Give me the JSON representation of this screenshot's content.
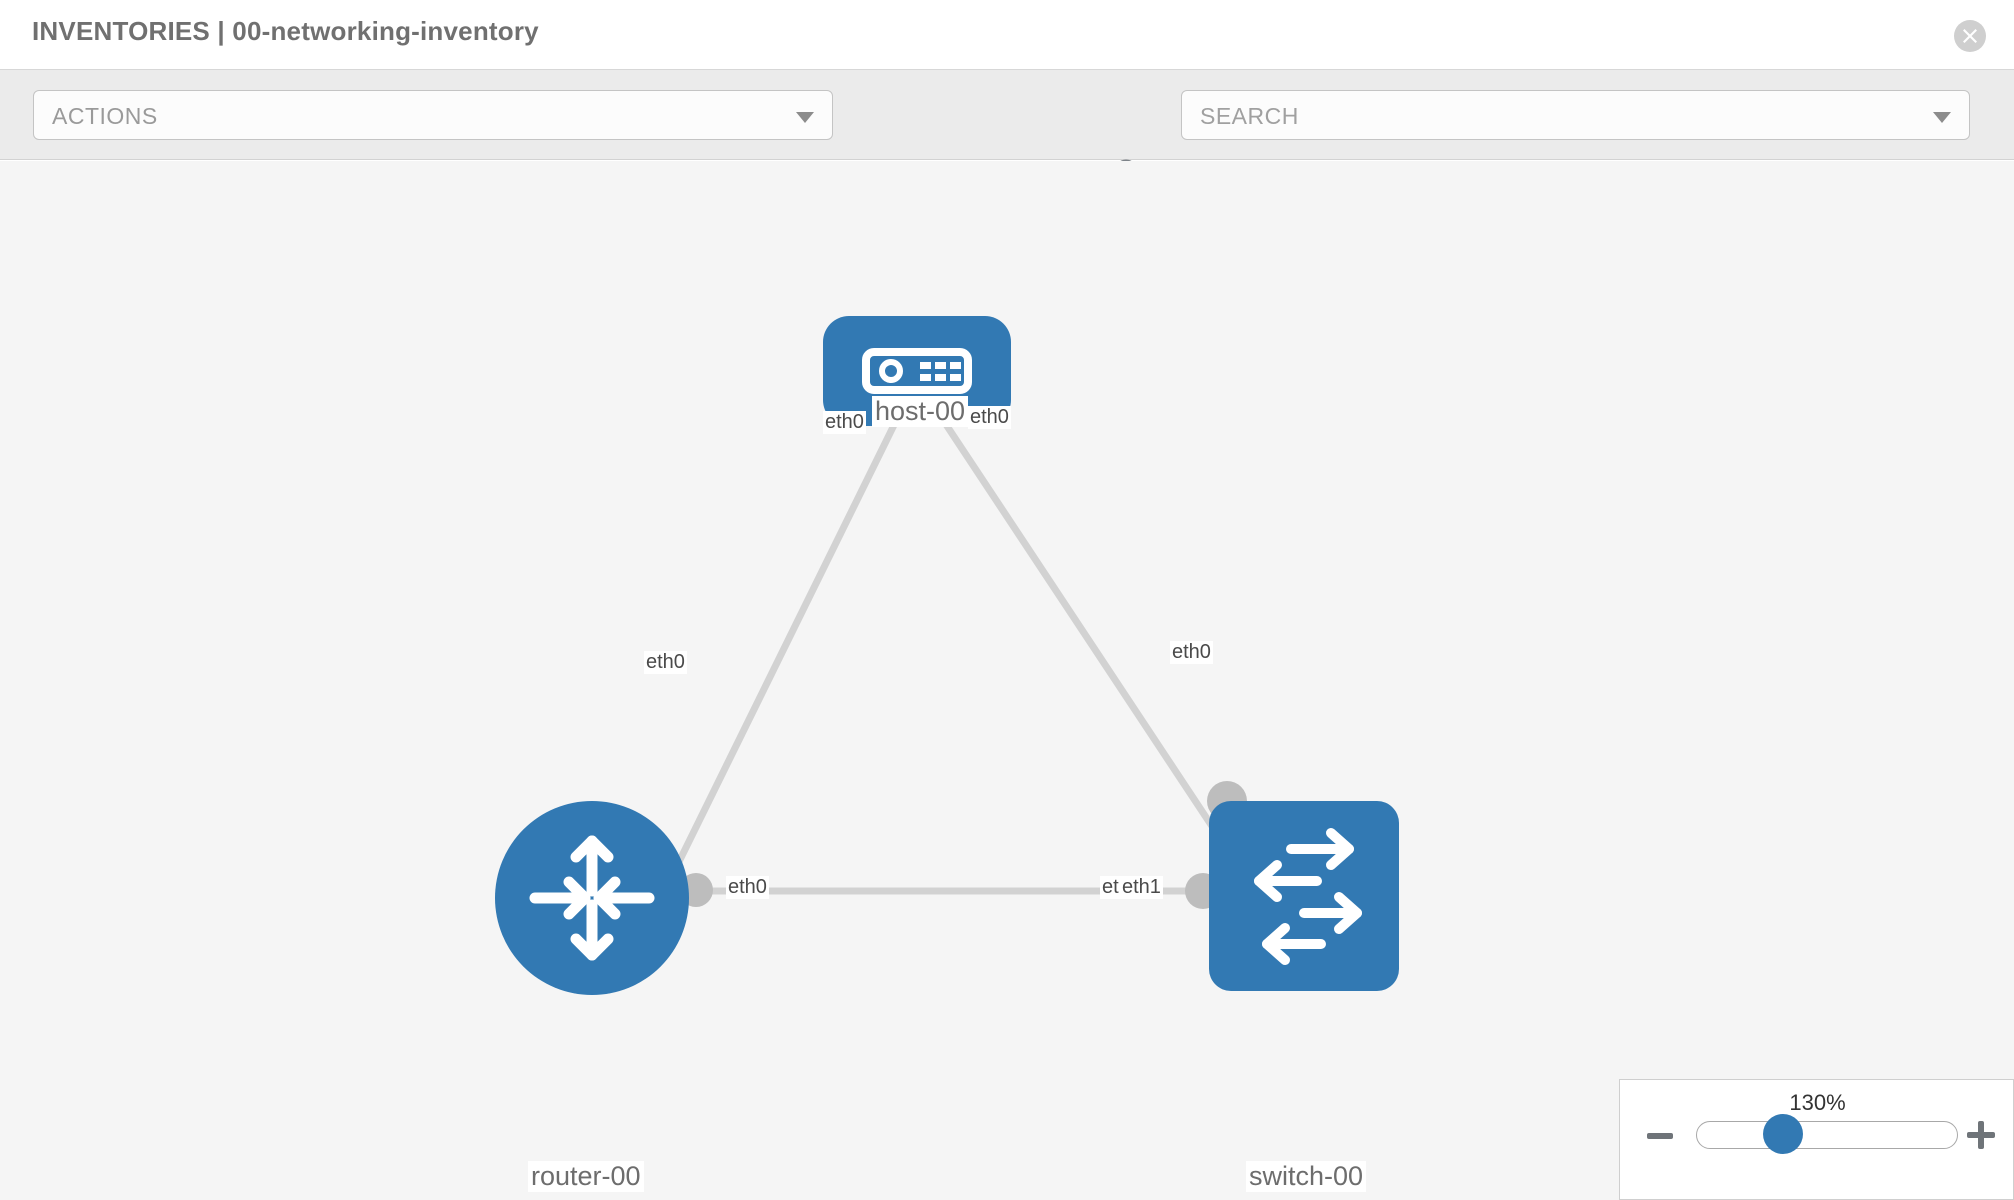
{
  "header": {
    "title": "INVENTORIES | 00-networking-inventory",
    "close_icon": "close-circle-icon"
  },
  "toolbar": {
    "actions_label": "ACTIONS",
    "actions_caret_icon": "chevron-down-icon",
    "wrench_icon": "wrench-icon",
    "key_icon": "key-icon",
    "search_placeholder": "SEARCH",
    "search_value": "",
    "search_caret_icon": "chevron-down-icon"
  },
  "topology": {
    "nodes": [
      {
        "id": "host-00",
        "label": "host-00",
        "icon": "server-icon",
        "shape": "rounded-rect",
        "color": "#3279b3"
      },
      {
        "id": "router-00",
        "label": "router-00",
        "icon": "router-arrows-icon",
        "shape": "circle",
        "color": "#3279b3"
      },
      {
        "id": "switch-00",
        "label": "switch-00",
        "icon": "switch-arrows-icon",
        "shape": "rounded-square",
        "color": "#3279b3"
      }
    ],
    "links": [
      {
        "from": "host-00",
        "to": "router-00",
        "from_iface": "eth0",
        "to_iface": "eth0"
      },
      {
        "from": "host-00",
        "to": "switch-00",
        "from_iface": "eth0",
        "to_iface": "eth0"
      },
      {
        "from": "router-00",
        "to": "switch-00",
        "from_iface": "eth0",
        "to_iface": "eth1"
      }
    ],
    "interface_labels": {
      "host_left": "eth0",
      "host_right": "eth0",
      "router_up": "eth0",
      "switch_up": "eth0",
      "router_right": "eth0",
      "switch_left_under": "eth0",
      "switch_left": "eth1"
    },
    "link_color": "#d0d0d0",
    "nub_color": "#bdbdbd",
    "canvas_background": "#f5f5f5"
  },
  "zoom_control": {
    "value_label": "130%",
    "minus_label": "zoom-out",
    "plus_label": "zoom-in",
    "slider_percent": 130
  }
}
